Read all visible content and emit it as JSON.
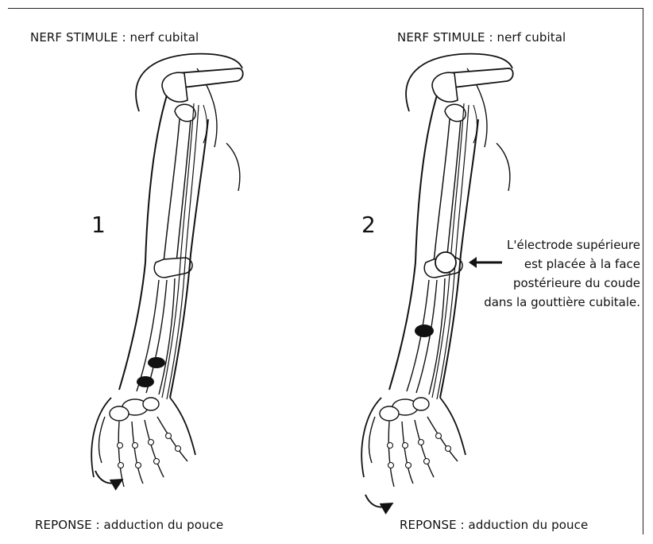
{
  "panels": [
    {
      "number": "1",
      "nerve": "NERF STIMULE : nerf cubital",
      "response": "REPONSE : adduction du pouce"
    },
    {
      "number": "2",
      "nerve": "NERF STIMULE : nerf cubital",
      "response": "REPONSE : adduction du pouce"
    }
  ],
  "callout": {
    "lines": [
      "L'électrode supérieure",
      "est placée à la face",
      "postérieure du coude",
      "dans la gouttière cubitale."
    ]
  }
}
